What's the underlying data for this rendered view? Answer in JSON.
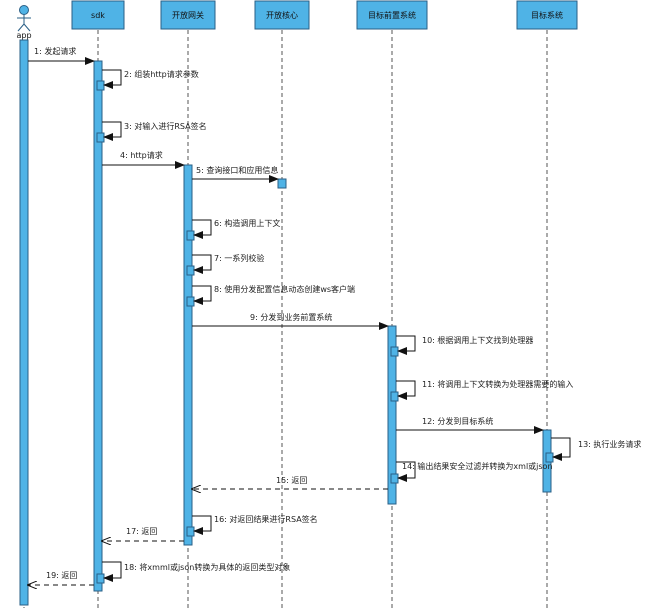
{
  "colors": {
    "box_fill": "#4fb3e6",
    "box_stroke": "#2a5f86",
    "lifeline": "#555555",
    "activation_fill": "#4fb3e6",
    "arrow": "#111111"
  },
  "participants": [
    {
      "id": "app",
      "label": "app",
      "kind": "actor"
    },
    {
      "id": "sdk",
      "label": "sdk",
      "kind": "box"
    },
    {
      "id": "gateway",
      "label": "开放网关",
      "kind": "box"
    },
    {
      "id": "core",
      "label": "开放核心",
      "kind": "box"
    },
    {
      "id": "front",
      "label": "目标前置系统",
      "kind": "box"
    },
    {
      "id": "target",
      "label": "目标系统",
      "kind": "box"
    }
  ],
  "messages": [
    {
      "n": "1",
      "label": "1: 发起请求",
      "from": "app",
      "to": "sdk",
      "type": "sync"
    },
    {
      "n": "2",
      "label": "2: 组装http请求参数",
      "from": "sdk",
      "to": "sdk",
      "type": "self"
    },
    {
      "n": "3",
      "label": "3: 对输入进行RSA签名",
      "from": "sdk",
      "to": "sdk",
      "type": "self"
    },
    {
      "n": "4",
      "label": "4: http请求",
      "from": "sdk",
      "to": "gateway",
      "type": "sync"
    },
    {
      "n": "5",
      "label": "5: 查询接口和应用信息",
      "from": "gateway",
      "to": "core",
      "type": "sync"
    },
    {
      "n": "6",
      "label": "6: 构造调用上下文",
      "from": "gateway",
      "to": "gateway",
      "type": "self"
    },
    {
      "n": "7",
      "label": "7: 一系列校验",
      "from": "gateway",
      "to": "gateway",
      "type": "self"
    },
    {
      "n": "8",
      "label": "8: 使用分发配置信息动态创建ws客户端",
      "from": "gateway",
      "to": "gateway",
      "type": "self"
    },
    {
      "n": "9",
      "label": "9: 分发到业务前置系统",
      "from": "gateway",
      "to": "front",
      "type": "sync"
    },
    {
      "n": "10",
      "label": "10: 根据调用上下文找到处理器",
      "from": "front",
      "to": "front",
      "type": "self"
    },
    {
      "n": "11",
      "label": "11: 将调用上下文转换为处理器需要的输入",
      "from": "front",
      "to": "front",
      "type": "self"
    },
    {
      "n": "12",
      "label": "12: 分发到目标系统",
      "from": "front",
      "to": "target",
      "type": "sync"
    },
    {
      "n": "13",
      "label": "13: 执行业务请求",
      "from": "target",
      "to": "target",
      "type": "self"
    },
    {
      "n": "14",
      "label": "14: 输出结果安全过滤并转换为xml或json",
      "from": "front",
      "to": "front",
      "type": "self"
    },
    {
      "n": "15",
      "label": "15: 返回",
      "from": "front",
      "to": "gateway",
      "type": "return"
    },
    {
      "n": "16",
      "label": "16: 对返回结果进行RSA签名",
      "from": "gateway",
      "to": "gateway",
      "type": "self"
    },
    {
      "n": "17",
      "label": "17: 返回",
      "from": "gateway",
      "to": "sdk",
      "type": "return"
    },
    {
      "n": "18",
      "label": "18: 将xmml或json转换为具体的返回类型对象",
      "from": "sdk",
      "to": "sdk",
      "type": "self"
    },
    {
      "n": "19",
      "label": "19: 返回",
      "from": "sdk",
      "to": "app",
      "type": "return"
    }
  ]
}
